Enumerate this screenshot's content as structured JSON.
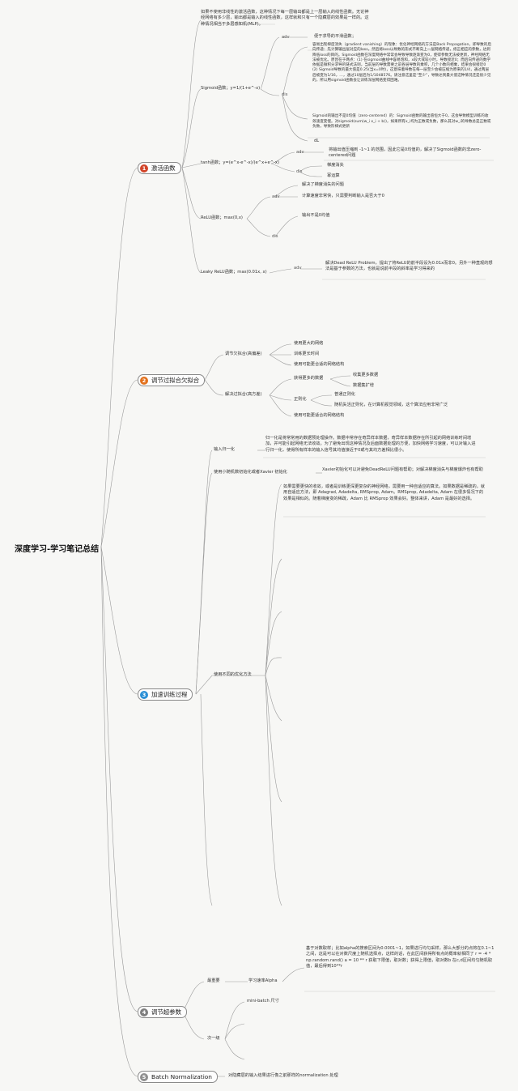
{
  "root": "深度学习-学习笔记总结",
  "branches": [
    {
      "num": "1",
      "label": "激活函数",
      "color": "#d2452a"
    },
    {
      "num": "2",
      "label": "调节过拟合欠拟合",
      "color": "#e2711d"
    },
    {
      "num": "3",
      "label": "加速训练过程",
      "color": "#2b8fd6"
    },
    {
      "num": "4",
      "label": "调节超参数",
      "color": "#7f7f7f"
    },
    {
      "num": "5",
      "label": "Batch Normalization",
      "color": "#8f8f8f"
    }
  ],
  "activation": {
    "intro": "如果不使用非线性的激活函数，这种情况下每一层输出都是上一层输入的线性函数。无论神经网络有多少层，输出都是输入的线性函数，这样就和只有一个隐藏层的效果是一样的。这种情况相当于多层感知机(MLP)。",
    "sigmoid": {
      "label": "Sigmoid函数；y=1/(1+e^-x)",
      "adv_key": "adv",
      "adv": "便于求导的平滑函数；",
      "dis_key": "dis",
      "dis1": "容易出现梯度消失（gradient vanishing）的现象：优化神经网络的方法是Back Propagation，即导数的后向传递：先计算输出层对应的loss，然后将loss以导数的形式不断向上一层网络传递，修正相应的参数，达到降低loss的目的。Sigmoid函数在深度网络中常常会导致导数逐渐变为0，使得参数无法被更新，神经网络无法被优化。原因在于两点：(1) 在sigmoid曲线中容易饱和，x较大或较小时，导数接近0；而后向传递的数学依据是微积分求导的链式法则，当前层的导数需要之前各层导数的乘积，几个小数的相乘，结果会很接近0 (2) Sigmoid导数的最大值是0.25(当x=0时)，这意味着导数在每一层至少会被压缩为原来的1/4，通过两层后被变为1/16，…，通过10层后为1/1048576。请注意这里是“至少”，导数达到最大值这种情况还是很少见的，所以用sigmoid函数会让训练深层网络变得困难。",
      "dis2": "Sigmoid的输出不是0均值（zero-centered）的：Sigmoid函数的输出值恒大于0，这会导致模型训练的收敛速度变慢。对sigmoid(sum(w_i x_i + b))，如果所有x_i均为正数或负数，那么其对w_i的导数总是正数或负数，导致阶梯式更新",
      "dis3": "dL"
    },
    "tanh": {
      "label": "tanh函数；y=(e^x-e^-x)/(e^x+e^-x)",
      "adv_key": "adv",
      "adv": "将输出值压缩到 -1~1 的范围，因此它是0均值的，解决了Sigmoid函数的非zero-centered问题",
      "dis_key": "dis",
      "dis1": "梯度消失",
      "dis2": "幂运算"
    },
    "relu": {
      "label": "ReLU函数；max(0,x)",
      "adv_key": "adv",
      "adv1": "解决了梯度消失的问题",
      "adv2": "计算速度非常快，只需要判断输入是否大于0",
      "dis_key": "dis",
      "dis1": "输出不是0均值"
    },
    "leaky": {
      "label": "Leaky ReLU函数；max(0.01x, x)",
      "key": "adv",
      "text": "解决Dead ReLU Problem，提出了将ReLU的前半段设为0.01x而非0。另外一种直观的想法是基于参数的方法，也就是说前半段的斜率是学习得来的"
    }
  },
  "fitting": {
    "under_label": "调节欠拟合(高偏差)",
    "under": [
      "使用更大的网络",
      "训练更长时间",
      "使用可能更合适的网络结构"
    ],
    "over_label": "解决过拟合(高方差)",
    "more_data": "获得更多的数据",
    "more_data_items": [
      "收集更多数据",
      "数据集扩增"
    ],
    "regularize": "正则化",
    "regularize_items": [
      "普通正则化",
      "随机失活正则化，在计算机视觉领域，这个算法应用非常广泛"
    ],
    "other": "使用可能更适合的网络结构"
  },
  "speed": {
    "normalize_label": "输入归一化",
    "normalize_text": "归一化是将常常用的数据预处理操作。数据中常存在奇异样本数据，奇异样本数据存在所引起的网络训练时间增加，并可能引起网络无法收敛。为了避免出现这种情况及后面数据处理的方便，加快网络学习速度，可以对输入进行归一化，使得所有样本的输入信号其均值接近于0或与其均方差相比很小。",
    "init_label": "使用小随机数初始化或者Xavier 初始化",
    "init_text": "Xavier初始化可以对避免DeadReLU问题有帮助；对解决梯度消失与梯度爆炸也有帮助",
    "optim_label": "使用不同的优化方法",
    "optim_text": "如果需要更快的收敛，或者是训练更深更复杂的神经网络，需要用一种自适应的算法。如果数据是稀疏的，就用自适应方法，即 Adagrad, Adadelta, RMSprop, Adam。RMSprop, Adadelta, Adam 在很多情况下的效果是相似的。随着梯度变的稀疏，Adam 比 RMSprop 效果会好。整体来讲，Adam 是最好的选择。"
  },
  "hyper": {
    "important": "最重要",
    "lr_label": "学习速率Alpha",
    "lr_text": "基于对数取样；比如alpha的搜索区间为0.0001~1，如果进行均匀采样，那么大部分的点将在0.1~1之间，这是可以在对数尺度上随机选择点，这样的话，在此区间获得所有点的概率就相同了 r = -4 * np.random.rand() a = 10 ** r 获取下限值，取对数；获得上限值，取对数b 在c,d区间均匀随机取值，最后得到10**r",
    "second": "次一级",
    "batch": "mini-batch 尺寸"
  },
  "bn": {
    "text": "对隐藏层的输入结果进行像之前那样的normalization 处理"
  }
}
